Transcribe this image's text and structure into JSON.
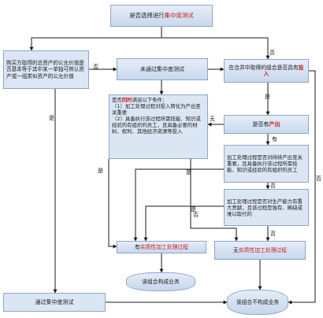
{
  "boxes": {
    "top": {
      "pre": "是否选择进行",
      "hl": "集中度测试"
    },
    "asset": {
      "text": "购买方取得的总资产的公允价值是否基本等于其中某一单独可辨认资产或一组类似资产的公允价值"
    },
    "notpass": {
      "pre": "未通过",
      "hl": "集中度测试"
    },
    "input": {
      "pre": "在合并中取得的组合是否具有",
      "hl": "投入"
    },
    "output": {
      "pre": "是否有",
      "hl": "产出"
    },
    "conditions": {
      "l1_pre": "是否",
      "l1_hl": "同时",
      "l1_post": "满足以下条件：",
      "l2": "（1）加工处理过程对投入转化为产出至关重要",
      "l3": "（2）具备执行该过程所需技能、知识或经验的有组织的员工，且具备必要的材料、权利、其他经济资源等投入"
    },
    "process1": {
      "text": "加工处理过程是否对持续产出至关重要，且具备执行该过程所需技能、知识或经验的有组织的员工"
    },
    "process2": {
      "text": "加工处理过程是否对生产能力有重大贡献，且该过程是独有、稀缺或难以取代的"
    },
    "substantive_yes": {
      "pre": "有",
      "hl": "实质性加工处理过程"
    },
    "substantive_no": {
      "pre": "无",
      "hl": "实质性加工处理过程"
    },
    "is_business": {
      "text": "该组合构成业务"
    },
    "pass": {
      "pre": "通过",
      "hl": "集中度测试"
    },
    "not_business": {
      "text": "该组合不构成业务"
    }
  },
  "labels": {
    "yes": "是",
    "no": "否",
    "none": "无",
    "have": "有"
  }
}
